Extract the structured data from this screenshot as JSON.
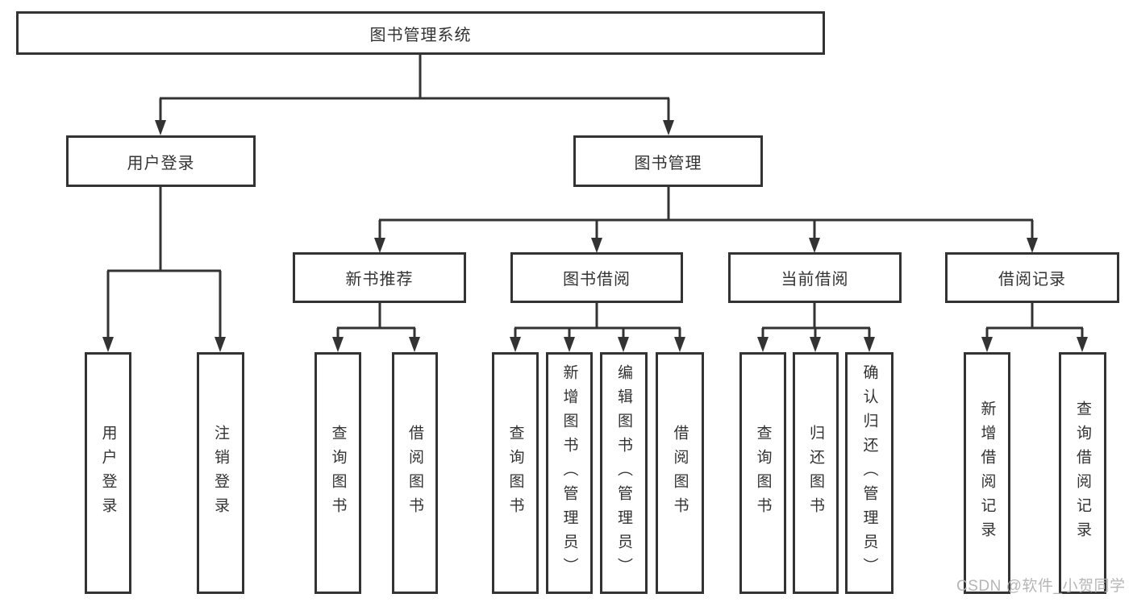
{
  "diagram": {
    "root": "图书管理系统",
    "user_branch": {
      "label": "用户登录",
      "children": [
        "用户登录",
        "注销登录"
      ]
    },
    "book_branch": {
      "label": "图书管理",
      "groups": [
        {
          "label": "新书推荐",
          "children": [
            "查询图书",
            "借阅图书"
          ]
        },
        {
          "label": "图书借阅",
          "children": [
            "查询图书",
            "新增图书（管理员）",
            "编辑图书（管理员）",
            "借阅图书"
          ]
        },
        {
          "label": "当前借阅",
          "children": [
            "查询图书",
            "归还图书",
            "确认归还（管理员）"
          ]
        },
        {
          "label": "借阅记录",
          "children": [
            "新增借阅记录",
            "查询借阅记录"
          ]
        }
      ]
    }
  },
  "watermark": {
    "text": "CSDN @软件_小贺同学"
  },
  "colors": {
    "line": "#333333",
    "text": "#333333",
    "watermark": "#b3b3b3",
    "background": "#ffffff"
  }
}
